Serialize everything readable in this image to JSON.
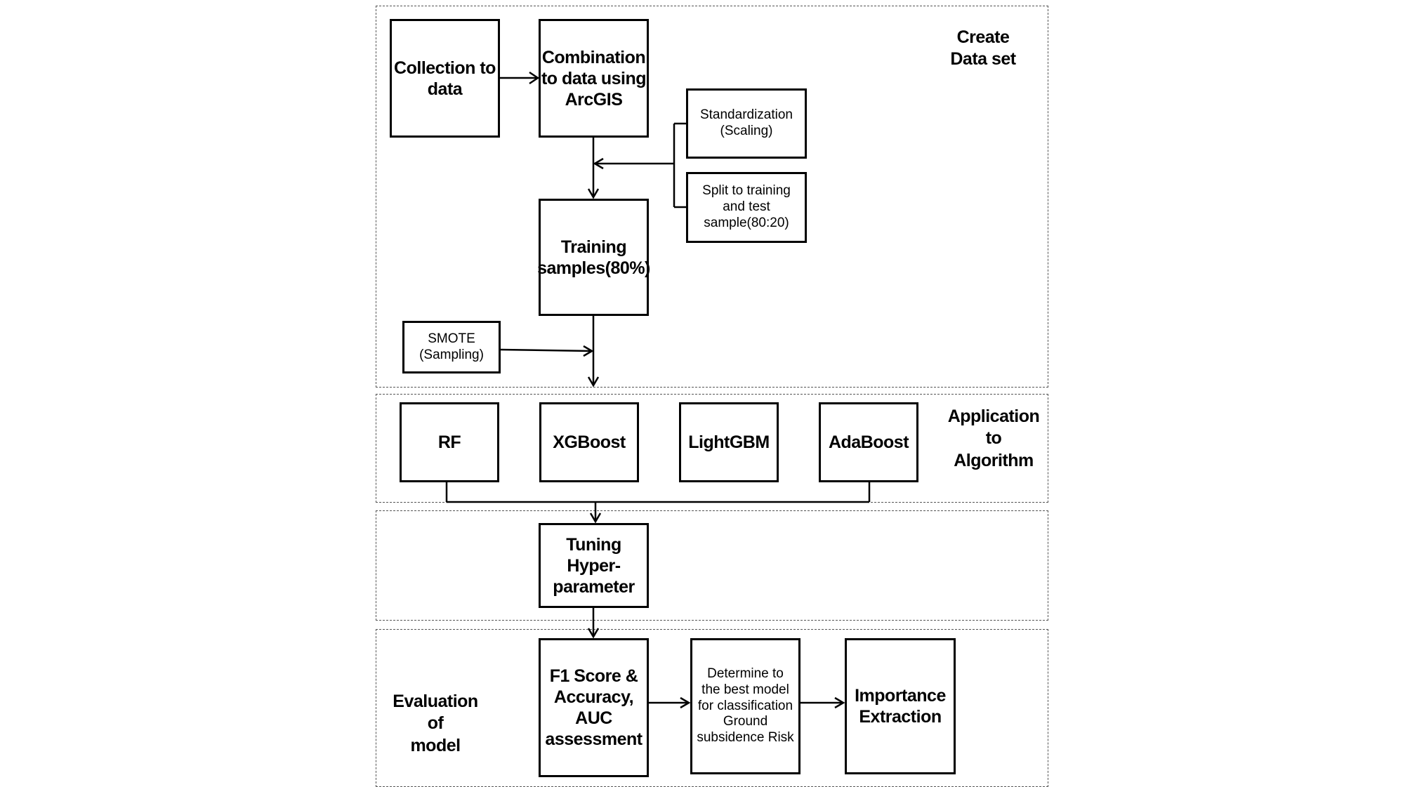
{
  "sections": {
    "create_dataset": {
      "label": "Create\nData set"
    },
    "application": {
      "label": "Application\nto\nAlgorithm"
    },
    "tuning": {
      "label": ""
    },
    "evaluation": {
      "label": "Evaluation of\nmodel"
    }
  },
  "boxes": {
    "collection": "Collection to\ndata",
    "combination": "Combination\nto data using\nArcGIS",
    "standardization": "Standardization\n(Scaling)",
    "split": "Split to training\nand test\nsample(80:20)",
    "training": "Training\nsamples(80%)",
    "smote": "SMOTE\n(Sampling)",
    "rf": "RF",
    "xgboost": "XGBoost",
    "lightgbm": "LightGBM",
    "adaboost": "AdaBoost",
    "tuning": "Tuning\nHyper-\nparameter",
    "f1": "F1 Score &\nAccuracy,\nAUC\nassessment",
    "determine": "Determine to\nthe best model\nfor classification\nGround\nsubsidence  Risk",
    "importance": "Importance\nExtraction"
  },
  "colors": {
    "line": "#000000",
    "dash": "#555555"
  }
}
